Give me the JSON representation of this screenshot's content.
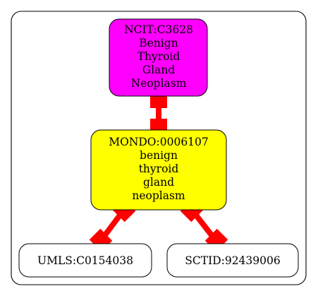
{
  "diagram": {
    "nodes": [
      {
        "id": "ncit",
        "lines": [
          "NCIT:C3628",
          "Benign",
          "Thyroid",
          "Gland",
          "Neoplasm"
        ],
        "fill": "#ff00ff"
      },
      {
        "id": "mondo",
        "lines": [
          "MONDO:0006107",
          "benign",
          "thyroid",
          "gland",
          "neoplasm"
        ],
        "fill": "#ffff00"
      },
      {
        "id": "umls",
        "lines": [
          "UMLS:C0154038"
        ],
        "fill": "#ffffff"
      },
      {
        "id": "sctid",
        "lines": [
          "SCTID:92439006"
        ],
        "fill": "#ffffff"
      }
    ],
    "edges": [
      {
        "from": "ncit",
        "to": "mondo",
        "color": "#ff0000"
      },
      {
        "from": "mondo",
        "to": "umls",
        "color": "#ff0000"
      },
      {
        "from": "mondo",
        "to": "sctid",
        "color": "#ff0000"
      }
    ]
  }
}
